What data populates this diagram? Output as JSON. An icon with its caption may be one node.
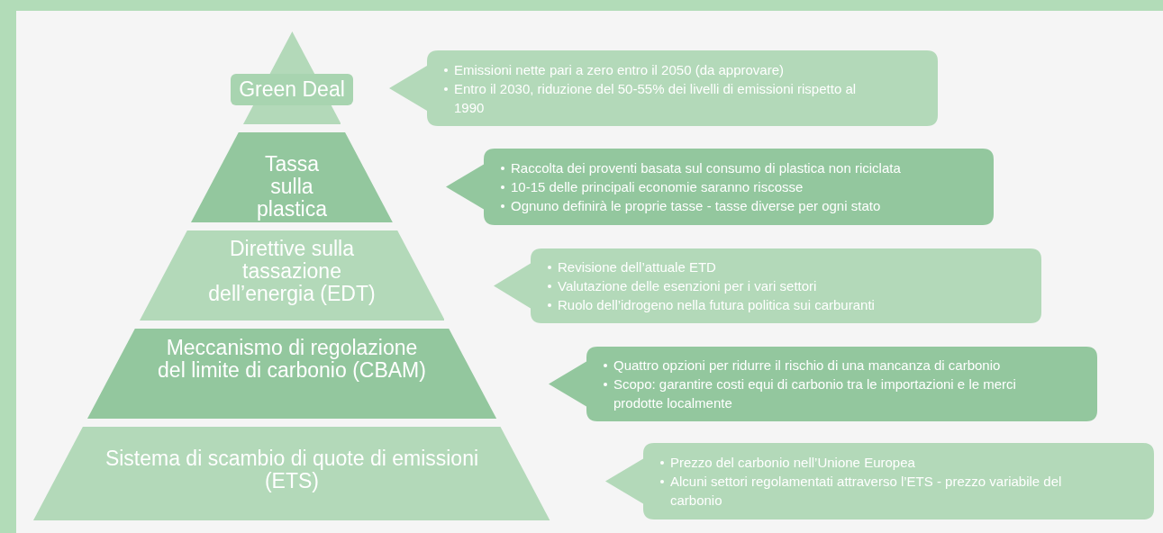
{
  "diagram": {
    "nodes": [
      {
        "text": [
          "Green Deal"
        ]
      },
      {
        "text": [
          "Tassa sulla plastica"
        ]
      },
      {
        "text": [
          "Direttive sulla tassazione dell’energia (EDT)"
        ]
      },
      {
        "text": [
          "Meccanismo di regolazione del limite di carbonio (CBAM)"
        ]
      },
      {
        "text": [
          "Sistema di scambio di quote di emissioni (ETS)"
        ]
      },
      {
        "text": [
          "Emissioni nette pari a zero entro il 2050 (da approvare)",
          "Entro il 2030, riduzione del 50-55% dei livelli di emissioni rispetto al 1990"
        ]
      },
      {
        "text": [
          "Raccolta dei proventi basata sul consumo di plastica non riciclata",
          "10-15 delle principali economie saranno riscosse",
          "Ognuno definirà le proprie tasse - tasse diverse per ogni stato"
        ]
      },
      {
        "text": [
          "Revisione dell’attuale ETD",
          "Valutazione delle esenzioni per i vari settori",
          "Ruolo dell’idrogeno nella futura politica sui carburanti"
        ]
      },
      {
        "text": [
          "Quattro opzioni per ridurre il rischio di una mancanza di carbonio",
          "Scopo: garantire costi equi di carbonio tra le importazioni e le merci prodotte localmente"
        ]
      },
      {
        "text": [
          "Prezzo del carbonio nell’Unione Europea",
          "Alcuni settori regolamentati attraverso l’ETS - prezzo variabile del carbonio"
        ]
      }
    ]
  }
}
